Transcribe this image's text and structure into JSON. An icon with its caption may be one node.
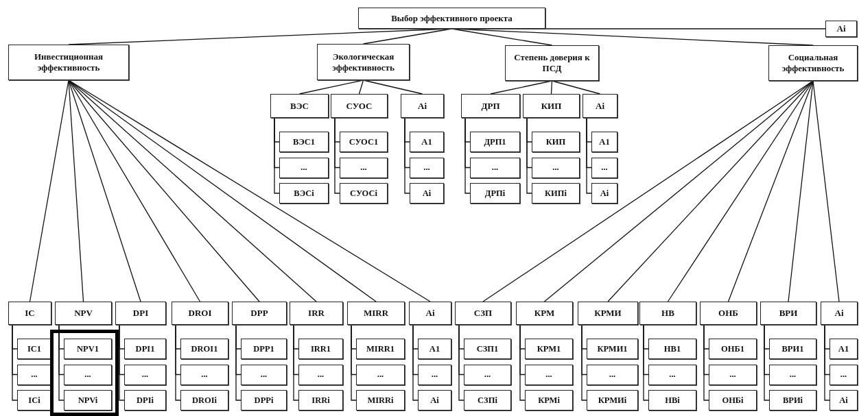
{
  "diagram": {
    "nodes": [
      {
        "text": [
          "Выбор эффективного проекта"
        ]
      },
      {
        "text": [
          "Ai"
        ]
      },
      {
        "text": [
          "Инвестиционная эффективность"
        ]
      },
      {
        "text": [
          "Экологическая эффективность"
        ]
      },
      {
        "text": [
          "Степень доверия к ПСД"
        ]
      },
      {
        "text": [
          "Социальная эффективность"
        ]
      },
      {
        "text": [
          "ВЭС"
        ]
      },
      {
        "text": [
          "ВЭС1"
        ]
      },
      {
        "text": [
          "..."
        ]
      },
      {
        "text": [
          "ВЭСi"
        ]
      },
      {
        "text": [
          "СУОС"
        ]
      },
      {
        "text": [
          "СУОС1"
        ]
      },
      {
        "text": [
          "..."
        ]
      },
      {
        "text": [
          "СУОСi"
        ]
      },
      {
        "text": [
          "Ai"
        ]
      },
      {
        "text": [
          "A1"
        ]
      },
      {
        "text": [
          "..."
        ]
      },
      {
        "text": [
          "Ai"
        ]
      },
      {
        "text": [
          "ДРП"
        ]
      },
      {
        "text": [
          "ДРП1"
        ]
      },
      {
        "text": [
          "..."
        ]
      },
      {
        "text": [
          "ДРПi"
        ]
      },
      {
        "text": [
          "КИП"
        ]
      },
      {
        "text": [
          "КИП"
        ]
      },
      {
        "text": [
          "..."
        ]
      },
      {
        "text": [
          "КИПi"
        ]
      },
      {
        "text": [
          "Ai"
        ]
      },
      {
        "text": [
          "A1"
        ]
      },
      {
        "text": [
          "..."
        ]
      },
      {
        "text": [
          "Ai"
        ]
      },
      {
        "text": [
          "IC"
        ]
      },
      {
        "text": [
          "IC1"
        ]
      },
      {
        "text": [
          "..."
        ]
      },
      {
        "text": [
          "ICi"
        ]
      },
      {
        "text": [
          "NPV"
        ]
      },
      {
        "text": [],
        "shape": "box"
      },
      {
        "text": [
          "NPV1"
        ],
        "in": 35
      },
      {
        "text": [
          "..."
        ],
        "in": 35
      },
      {
        "text": [
          "NPVi"
        ],
        "in": 35
      },
      {
        "text": [
          "DPI"
        ]
      },
      {
        "text": [
          "DPI1"
        ]
      },
      {
        "text": [
          "..."
        ]
      },
      {
        "text": [
          "DPIi"
        ]
      },
      {
        "text": [
          "DROI"
        ]
      },
      {
        "text": [
          "DROI1"
        ]
      },
      {
        "text": [
          "..."
        ]
      },
      {
        "text": [
          "DROIi"
        ]
      },
      {
        "text": [
          "DPP"
        ]
      },
      {
        "text": [
          "DPP1"
        ]
      },
      {
        "text": [
          "..."
        ]
      },
      {
        "text": [
          "DPPi"
        ]
      },
      {
        "text": [
          "IRR"
        ]
      },
      {
        "text": [
          "IRR1"
        ]
      },
      {
        "text": [
          "..."
        ]
      },
      {
        "text": [
          "IRRi"
        ]
      },
      {
        "text": [
          "MIRR"
        ]
      },
      {
        "text": [
          "MIRR1"
        ]
      },
      {
        "text": [
          "..."
        ]
      },
      {
        "text": [
          "MIRRi"
        ]
      },
      {
        "text": [
          "Ai"
        ]
      },
      {
        "text": [
          "A1"
        ]
      },
      {
        "text": [
          "..."
        ]
      },
      {
        "text": [
          "Ai"
        ]
      },
      {
        "text": [
          "СЗП"
        ]
      },
      {
        "text": [
          "СЗП1"
        ]
      },
      {
        "text": [
          "..."
        ]
      },
      {
        "text": [
          "СЗПi"
        ]
      },
      {
        "text": [
          "КРМ"
        ]
      },
      {
        "text": [
          "КРМ1"
        ]
      },
      {
        "text": [
          "..."
        ]
      },
      {
        "text": [
          "КРМi"
        ]
      },
      {
        "text": [
          "КРМИ"
        ]
      },
      {
        "text": [
          "КРМИ1"
        ]
      },
      {
        "text": [
          "..."
        ]
      },
      {
        "text": [
          "КРМИi"
        ]
      },
      {
        "text": [
          "НВ"
        ]
      },
      {
        "text": [
          "НВ1"
        ]
      },
      {
        "text": [
          "..."
        ]
      },
      {
        "text": [
          "НВi"
        ]
      },
      {
        "text": [
          "ОНБ"
        ]
      },
      {
        "text": [
          "ОНБ1"
        ]
      },
      {
        "text": [
          "..."
        ]
      },
      {
        "text": [
          "ОНБi"
        ]
      },
      {
        "text": [
          "ВРИ"
        ]
      },
      {
        "text": [
          "ВРИ1"
        ]
      },
      {
        "text": [
          "..."
        ]
      },
      {
        "text": [
          "ВРИi"
        ]
      },
      {
        "text": [
          "Ai"
        ]
      },
      {
        "text": [
          "A1"
        ]
      },
      {
        "text": [
          "..."
        ]
      },
      {
        "text": [
          "Ai"
        ]
      }
    ],
    "edges": [
      {
        "from": 0,
        "to": 1,
        "arrow": "none"
      },
      {
        "from": 0,
        "to": 2,
        "arrow": "none"
      },
      {
        "from": 0,
        "to": 3,
        "arrow": "none"
      },
      {
        "from": 0,
        "to": 4,
        "arrow": "none"
      },
      {
        "from": 0,
        "to": 5,
        "arrow": "none"
      },
      {
        "from": 3,
        "to": 6,
        "arrow": "none"
      },
      {
        "from": 3,
        "to": 10,
        "arrow": "none"
      },
      {
        "from": 3,
        "to": 14,
        "arrow": "none"
      },
      {
        "from": 4,
        "to": 18,
        "arrow": "none"
      },
      {
        "from": 4,
        "to": 22,
        "arrow": "none"
      },
      {
        "from": 4,
        "to": 26,
        "arrow": "none"
      },
      {
        "from": 2,
        "to": 30,
        "arrow": "none"
      },
      {
        "from": 2,
        "to": 34,
        "arrow": "none"
      },
      {
        "from": 2,
        "to": 39,
        "arrow": "none"
      },
      {
        "from": 2,
        "to": 43,
        "arrow": "none"
      },
      {
        "from": 2,
        "to": 47,
        "arrow": "none"
      },
      {
        "from": 2,
        "to": 51,
        "arrow": "none"
      },
      {
        "from": 2,
        "to": 55,
        "arrow": "none"
      },
      {
        "from": 2,
        "to": 59,
        "arrow": "none"
      },
      {
        "from": 5,
        "to": 63,
        "arrow": "none"
      },
      {
        "from": 5,
        "to": 67,
        "arrow": "none"
      },
      {
        "from": 5,
        "to": 71,
        "arrow": "none"
      },
      {
        "from": 5,
        "to": 75,
        "arrow": "none"
      },
      {
        "from": 5,
        "to": 79,
        "arrow": "none"
      },
      {
        "from": 5,
        "to": 83,
        "arrow": "none"
      },
      {
        "from": 5,
        "to": 87,
        "arrow": "none"
      },
      {
        "from": 6,
        "to": 7,
        "arrow": "none"
      },
      {
        "from": 6,
        "to": 8,
        "arrow": "none"
      },
      {
        "from": 6,
        "to": 9,
        "arrow": "none"
      },
      {
        "from": 10,
        "to": 11,
        "arrow": "none"
      },
      {
        "from": 10,
        "to": 12,
        "arrow": "none"
      },
      {
        "from": 10,
        "to": 13,
        "arrow": "none"
      },
      {
        "from": 14,
        "to": 15,
        "arrow": "none"
      },
      {
        "from": 14,
        "to": 16,
        "arrow": "none"
      },
      {
        "from": 14,
        "to": 17,
        "arrow": "none"
      },
      {
        "from": 18,
        "to": 19,
        "arrow": "none"
      },
      {
        "from": 18,
        "to": 20,
        "arrow": "none"
      },
      {
        "from": 18,
        "to": 21,
        "arrow": "none"
      },
      {
        "from": 22,
        "to": 23,
        "arrow": "none"
      },
      {
        "from": 22,
        "to": 24,
        "arrow": "none"
      },
      {
        "from": 22,
        "to": 25,
        "arrow": "none"
      },
      {
        "from": 26,
        "to": 27,
        "arrow": "none"
      },
      {
        "from": 26,
        "to": 28,
        "arrow": "none"
      },
      {
        "from": 26,
        "to": 29,
        "arrow": "none"
      },
      {
        "from": 30,
        "to": 31,
        "arrow": "none"
      },
      {
        "from": 30,
        "to": 32,
        "arrow": "none"
      },
      {
        "from": 30,
        "to": 33,
        "arrow": "none"
      },
      {
        "from": 34,
        "to": 36,
        "arrow": "none"
      },
      {
        "from": 34,
        "to": 37,
        "arrow": "none"
      },
      {
        "from": 34,
        "to": 38,
        "arrow": "none"
      },
      {
        "from": 39,
        "to": 40,
        "arrow": "none"
      },
      {
        "from": 39,
        "to": 41,
        "arrow": "none"
      },
      {
        "from": 39,
        "to": 42,
        "arrow": "none"
      },
      {
        "from": 43,
        "to": 44,
        "arrow": "none"
      },
      {
        "from": 43,
        "to": 45,
        "arrow": "none"
      },
      {
        "from": 43,
        "to": 46,
        "arrow": "none"
      },
      {
        "from": 47,
        "to": 48,
        "arrow": "none"
      },
      {
        "from": 47,
        "to": 49,
        "arrow": "none"
      },
      {
        "from": 47,
        "to": 50,
        "arrow": "none"
      },
      {
        "from": 51,
        "to": 52,
        "arrow": "none"
      },
      {
        "from": 51,
        "to": 53,
        "arrow": "none"
      },
      {
        "from": 51,
        "to": 54,
        "arrow": "none"
      },
      {
        "from": 55,
        "to": 56,
        "arrow": "none"
      },
      {
        "from": 55,
        "to": 57,
        "arrow": "none"
      },
      {
        "from": 55,
        "to": 58,
        "arrow": "none"
      },
      {
        "from": 59,
        "to": 60,
        "arrow": "none"
      },
      {
        "from": 59,
        "to": 61,
        "arrow": "none"
      },
      {
        "from": 59,
        "to": 62,
        "arrow": "none"
      },
      {
        "from": 63,
        "to": 64,
        "arrow": "none"
      },
      {
        "from": 63,
        "to": 65,
        "arrow": "none"
      },
      {
        "from": 63,
        "to": 66,
        "arrow": "none"
      },
      {
        "from": 67,
        "to": 68,
        "arrow": "none"
      },
      {
        "from": 67,
        "to": 69,
        "arrow": "none"
      },
      {
        "from": 67,
        "to": 70,
        "arrow": "none"
      },
      {
        "from": 71,
        "to": 72,
        "arrow": "none"
      },
      {
        "from": 71,
        "to": 73,
        "arrow": "none"
      },
      {
        "from": 71,
        "to": 74,
        "arrow": "none"
      },
      {
        "from": 75,
        "to": 76,
        "arrow": "none"
      },
      {
        "from": 75,
        "to": 77,
        "arrow": "none"
      },
      {
        "from": 75,
        "to": 78,
        "arrow": "none"
      },
      {
        "from": 79,
        "to": 80,
        "arrow": "none"
      },
      {
        "from": 79,
        "to": 81,
        "arrow": "none"
      },
      {
        "from": 79,
        "to": 82,
        "arrow": "none"
      },
      {
        "from": 83,
        "to": 84,
        "arrow": "none"
      },
      {
        "from": 83,
        "to": 85,
        "arrow": "none"
      },
      {
        "from": 83,
        "to": 86,
        "arrow": "none"
      },
      {
        "from": 87,
        "to": 88,
        "arrow": "none"
      },
      {
        "from": 87,
        "to": 89,
        "arrow": "none"
      },
      {
        "from": 87,
        "to": 90,
        "arrow": "none"
      }
    ]
  }
}
